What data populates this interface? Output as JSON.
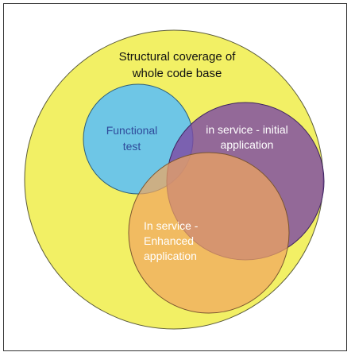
{
  "diagram": {
    "outer_circle": {
      "label_line1": "Structural coverage of",
      "label_line2": "whole code base",
      "fill": "#F2F065",
      "text_color": "#111111"
    },
    "functional_test": {
      "label_line1": "Functional",
      "label_line2": "test",
      "fill": "#6EC6E6",
      "text_color": "#2F4A9A"
    },
    "in_service_initial": {
      "label_line1": "in service -  initial",
      "label_line2": "application",
      "fill": "#7E4BA3",
      "text_color": "#FFFFFF"
    },
    "in_service_enhanced": {
      "label_line1": "In service -",
      "label_line2": "Enhanced",
      "label_line3": "application",
      "fill": "#F0A660",
      "text_color": "#FFFFFF"
    }
  }
}
